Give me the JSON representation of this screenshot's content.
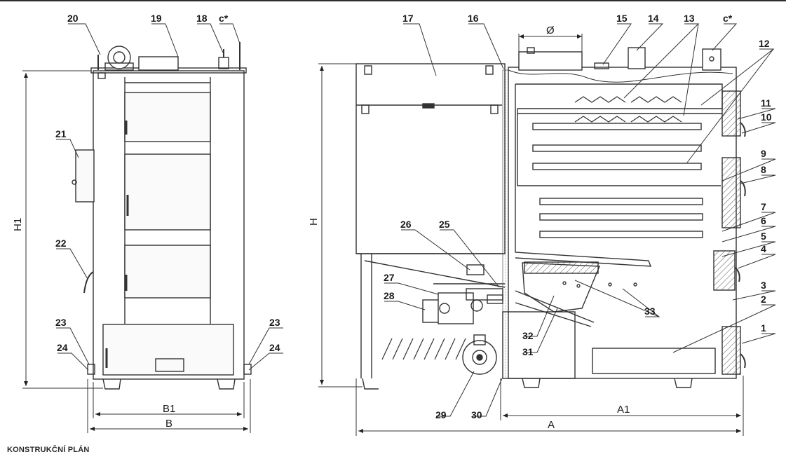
{
  "caption": "KONSTRUKČNÍ PLÁN",
  "callouts": {
    "c1": "1",
    "c2": "2",
    "c3": "3",
    "c4": "4",
    "c5": "5",
    "c6": "6",
    "c7": "7",
    "c8": "8",
    "c9": "9",
    "c10": "10",
    "c11": "11",
    "c12": "12",
    "c13": "13",
    "c14": "14",
    "c15": "15",
    "c16": "16",
    "c17": "17",
    "c18": "18",
    "c19": "19",
    "c20": "20",
    "c21": "21",
    "c22": "22",
    "c23": "23",
    "c24": "24",
    "c25": "25",
    "c26": "26",
    "c27": "27",
    "c28": "28",
    "c29": "29",
    "c30": "30",
    "c31": "31",
    "c32": "32",
    "c33": "33",
    "cstar": "c*"
  },
  "dimensions": {
    "H1": "H1",
    "B1": "B1",
    "B": "B",
    "H": "H",
    "A": "A",
    "A1": "A1",
    "diameter": "Ø"
  }
}
